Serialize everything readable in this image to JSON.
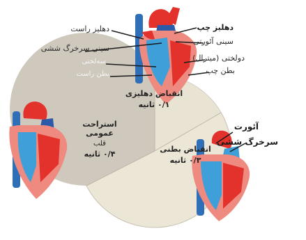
{
  "labels": {
    "right_atrium": "دهلیز راست",
    "pulmonary_artery_valve": "سینی سرخرگ ششی",
    "tricuspid": "سه‌لختی",
    "right_ventricle": "بطن راست",
    "left_atrium": "دهلیز چپ",
    "aortic_valve": "سینی آئورتی",
    "mitral": "دولختی (میترال)",
    "left_ventricle": "بطن چپ",
    "aorta": "آئورت",
    "pulmonary_artery": "سرخرگ ششی"
  },
  "phases": {
    "atrial": {
      "title": "انقباض دهلیزی",
      "duration": "۰/۱ ثانیه"
    },
    "ventricular": {
      "title": "انقباض بطنی",
      "duration": "۰/۳ ثانیه"
    },
    "rest": {
      "title": "استراحت عمومی",
      "subtitle": "قلب",
      "duration": "۰/۴ ثانیه"
    }
  },
  "colors": {
    "pie_dark": "#cfc9bd",
    "pie_light": "#ece6d6",
    "heart_red": "#e2322b",
    "heart_blue": "#3f9fd8",
    "vessel_blue": "#2f6fb8",
    "muscle_pink": "#ee8a80"
  }
}
